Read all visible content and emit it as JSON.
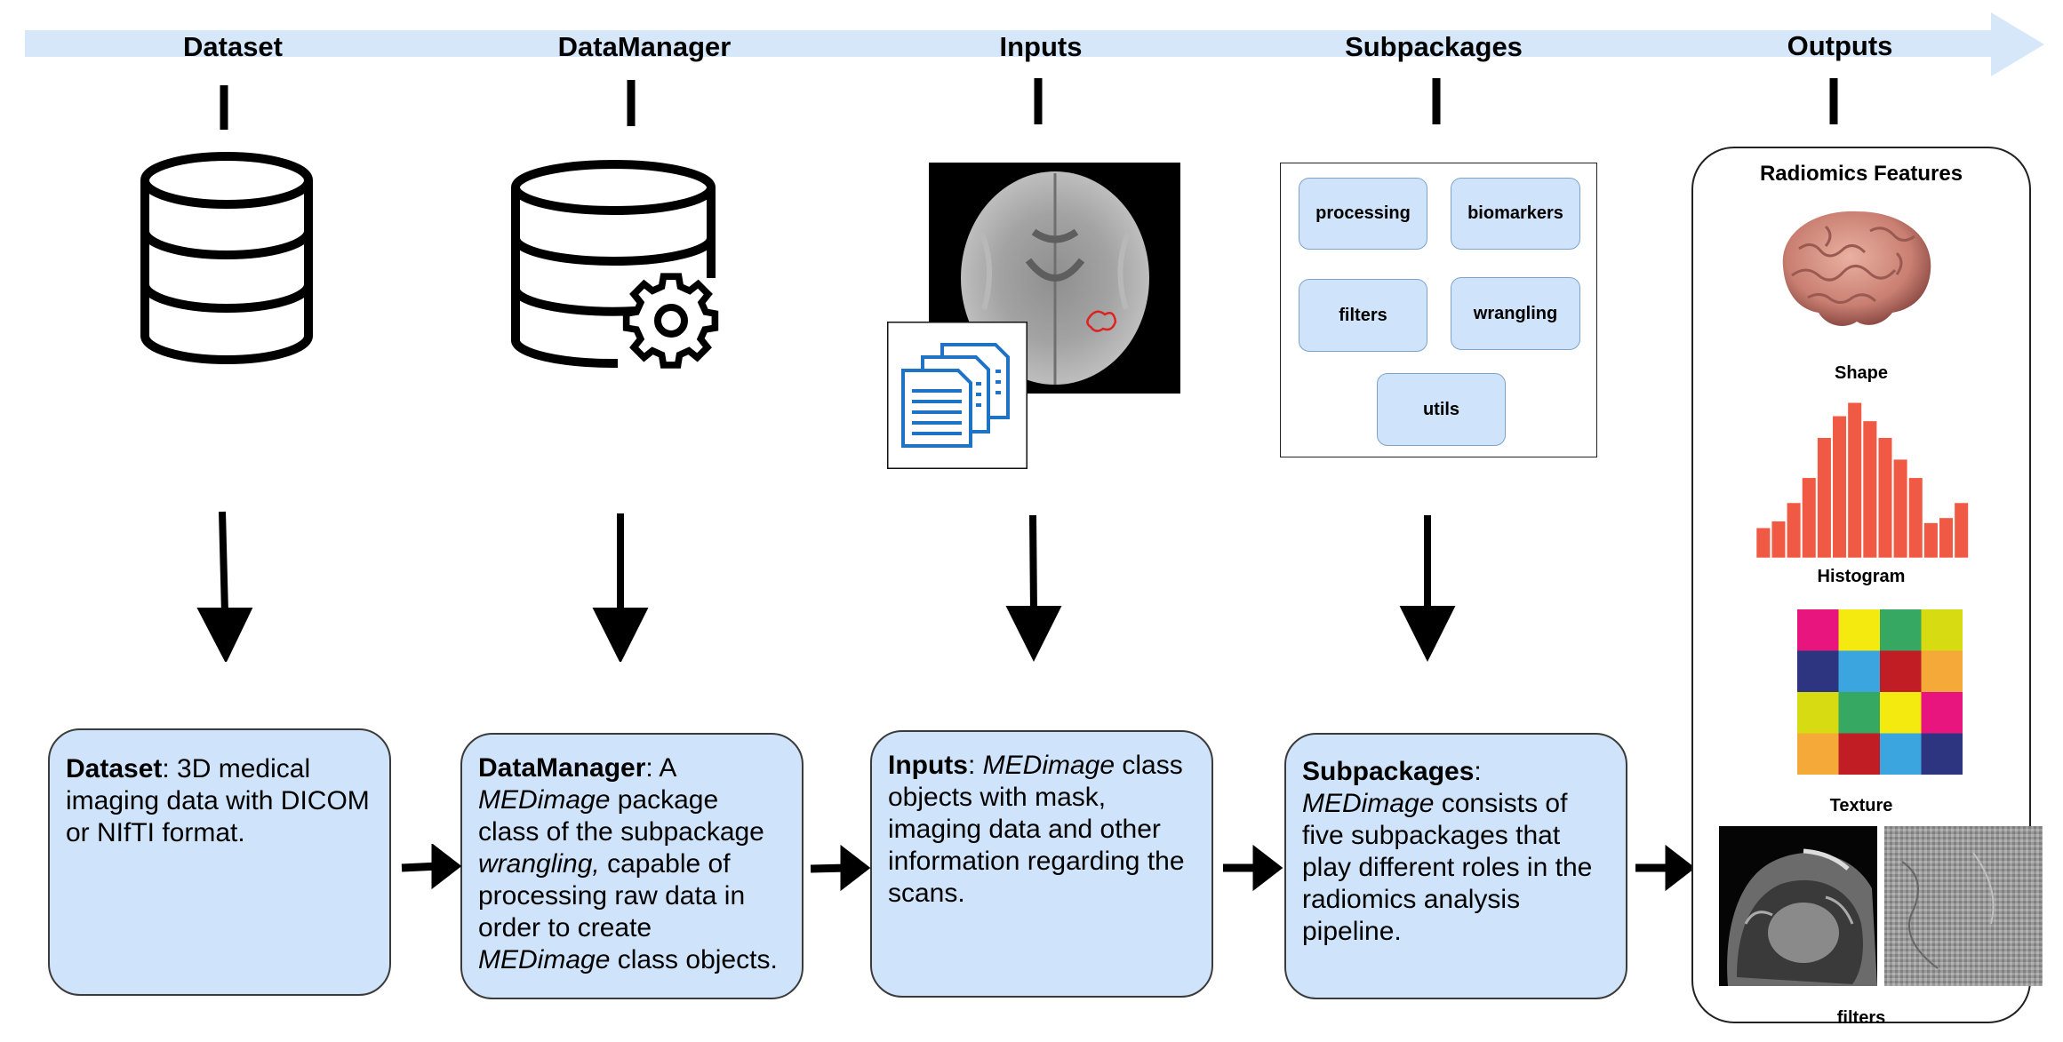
{
  "stages": [
    {
      "title": "Dataset"
    },
    {
      "title": "DataManager"
    },
    {
      "title": "Inputs"
    },
    {
      "title": "Subpackages"
    },
    {
      "title": "Outputs"
    }
  ],
  "descriptions": {
    "dataset": {
      "bold": "Dataset",
      "rest": ": 3D medical imaging data with DICOM or NIfTI format."
    },
    "datamanager": {
      "bold": "DataManager",
      "p1": ": A ",
      "i1": "MEDimage",
      "p2": " package class of the subpackage ",
      "i2": "wrangling,",
      "p3": " capable of processing raw data in order to create ",
      "i3": "MEDimage",
      "p4": " class objects."
    },
    "inputs": {
      "bold": "Inputs",
      "p1": ": ",
      "i1": "MEDimage",
      "p2": " class objects with mask, imaging data and other information regarding the scans."
    },
    "subpackages": {
      "bold": "Subpackages",
      "p1": ": ",
      "i1": "MEDimage",
      "p2": " consists of five subpackages that play different roles in the radiomics analysis pipeline."
    }
  },
  "subpackage_buttons": [
    "processing",
    "biomarkers",
    "filters",
    "wrangling",
    "utils"
  ],
  "outputs": {
    "title": "Radiomics Features",
    "labels": [
      "Shape",
      "Histogram",
      "Texture",
      "filters"
    ]
  },
  "histogram": {
    "values": [
      0.18,
      0.22,
      0.33,
      0.48,
      0.72,
      0.85,
      0.93,
      0.82,
      0.72,
      0.59,
      0.48,
      0.21,
      0.24,
      0.33
    ],
    "color": "#f05a45"
  },
  "texture": {
    "colors": [
      [
        "#e8157e",
        "#f4ea10",
        "#36a862",
        "#d7db12"
      ],
      [
        "#2e3580",
        "#3aa5de",
        "#c01d25",
        "#f5a938"
      ],
      [
        "#d7db12",
        "#36a862",
        "#f4ea10",
        "#e8157e"
      ],
      [
        "#f5a938",
        "#c01d25",
        "#3aa5de",
        "#2e3580"
      ]
    ]
  },
  "colors": {
    "box_fill": "#cfe4fb",
    "banner": "#d6e7fa",
    "accent": "#f05a45"
  },
  "icons": [
    "database-icon",
    "database-gear-icon",
    "brain-mri-icon",
    "documents-icon",
    "brain-3d-icon",
    "ct-scan-icon",
    "filtered-scan-icon"
  ]
}
